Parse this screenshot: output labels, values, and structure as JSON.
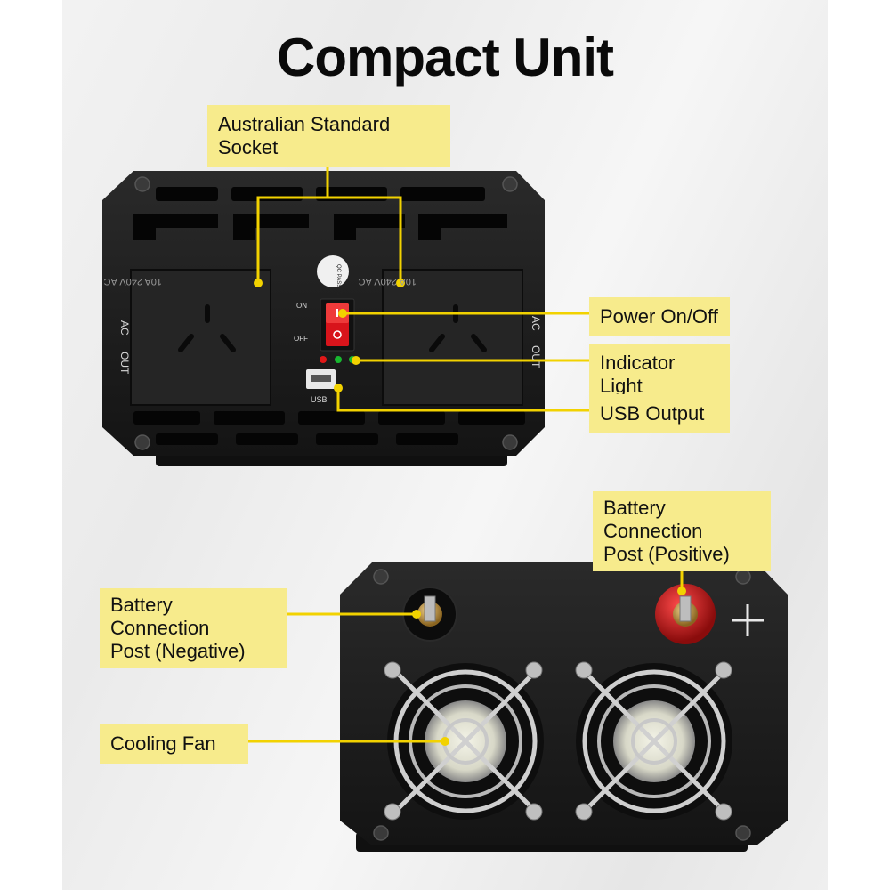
{
  "title": "Compact Unit",
  "labels": {
    "socket": "Australian Standard Socket",
    "power": "Power On/Off",
    "indicator": "Indicator Light",
    "usb": "USB Output",
    "battery_positive": [
      "Battery Connection",
      "Post (Positive)"
    ],
    "battery_negative": [
      "Battery Connection",
      "Post (Negative)"
    ],
    "fan": "Cooling Fan"
  },
  "device_markings": {
    "ac_out_left": [
      "AC",
      "OUT"
    ],
    "ac_out_right": [
      "AC",
      "OUT"
    ],
    "socket_rating": "10A 240V AC",
    "switch_on": "ON",
    "switch_off": "OFF",
    "usb_text": "USB",
    "qc_badge": "QC PASSED",
    "plus_sign": "+"
  },
  "colors": {
    "label_bg": "#f7eb8c",
    "leader_line": "#f2d200",
    "device_body": "#1a1a1a",
    "switch_red": "#d8141b",
    "post_red": "#c81a1a",
    "brass": "#c89a3c"
  }
}
